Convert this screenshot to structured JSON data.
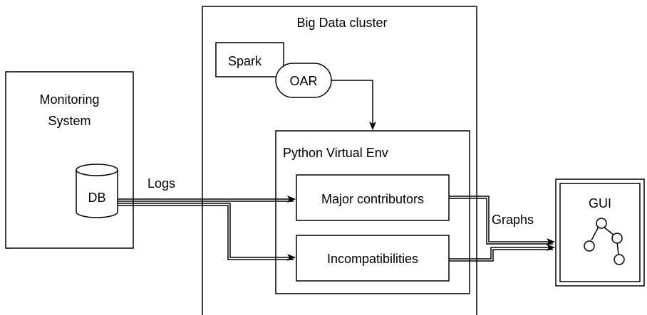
{
  "diagram": {
    "cluster_title": "Big Data cluster",
    "monitoring": {
      "line1": "Monitoring",
      "line2": "System"
    },
    "db_label": "DB",
    "logs_label": "Logs",
    "spark_label": "Spark",
    "oar_label": "OAR",
    "venv_label": "Python Virtual Env",
    "major_label": "Major contributors",
    "incompat_label": "Incompatibilities",
    "graphs_label": "Graphs",
    "gui_label": "GUI"
  }
}
